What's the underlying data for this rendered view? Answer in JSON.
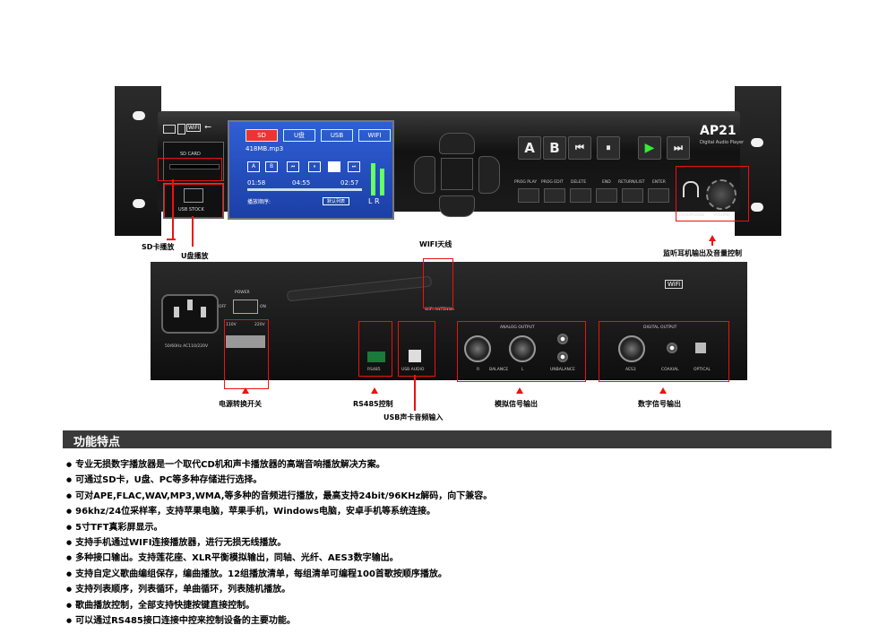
{
  "front": {
    "wifi_badge": "WiFi",
    "sd_slot_label": "SD CARD",
    "usb_label": "USB STOCK",
    "screen": {
      "tabs": [
        "SD",
        "U盘",
        "USB",
        "WIFI"
      ],
      "filename": "418MB.mp3",
      "time_left": "01:58",
      "time_mid": "04:55",
      "time_right": "02:57",
      "order_label": "播放顺序:",
      "mode_label": "默认列表",
      "lr": "L R"
    },
    "brand": "AP21",
    "subtitle": "Digital Audio Player",
    "keys": [
      "A",
      "B",
      "⏮",
      "⏸",
      "▶",
      "⏭"
    ],
    "small_labels": [
      "PROG PLAY",
      "PROG EDIT",
      "DELETE",
      "END",
      "RETURN/LIST",
      "ENTER"
    ],
    "headphone_label": "HEADPHONE",
    "volume_label": "VOLUME"
  },
  "callouts": {
    "sd": "SD卡播放",
    "udisk": "U盘播放",
    "wifi": "WIFI天线",
    "monitor": "监听耳机输出及音量控制",
    "power": "电源转换开关",
    "rs485": "RS485控制",
    "usb_audio": "USB声卡音频输入",
    "analog": "模拟信号输出",
    "digital": "数字信号输出"
  },
  "rear": {
    "power_label": "POWER",
    "off": "OFF",
    "on": "ON",
    "voltage": "50/60Hz AC110/220V",
    "v110": "110V",
    "v220": "220V",
    "antenna": "WIFI ANTENNA",
    "rs485": "RS485",
    "usb_audio": "USB AUDIO",
    "analog_output": "ANALOG OUTPUT",
    "r": "R",
    "balance": "BALANCE",
    "l": "L",
    "unbalance": "UNBALANCE",
    "digital_output": "DIGITAL OUTPUT",
    "aes3": "AES3",
    "coaxial": "COAXIAL",
    "optical": "OPTICAL",
    "wifi_badge": "WiFi"
  },
  "section": {
    "title": "功能特点",
    "items": [
      "专业无损数字播放器是一个取代CD机和声卡播放器的高端音响播放解决方案。",
      "可通过SD卡，U盘、PC等多种存储进行选择。",
      "可对APE,FLAC,WAV,MP3,WMA,等多种的音频进行播放，最高支持24bit/96KHz解码，向下兼容。",
      "96khz/24位采样率，支持苹果电脑，苹果手机，Windows电脑，安卓手机等系统连接。",
      "5寸TFT真彩屏显示。",
      "支持手机通过WIFI连接播放器，进行无损无线播放。",
      "多种接口输出。支持莲花座、XLR平衡模拟输出，同轴、光纤、AES3数字输出。",
      "支持自定义歌曲编组保存，编曲播放。12组播放清单，每组清单可编程100首歌按顺序播放。",
      "支持列表顺序，列表循环，单曲循环，列表随机播放。",
      "歌曲播放控制，全部支持快捷按键直接控制。",
      "可以通过RS485接口连接中控来控制设备的主要功能。"
    ]
  }
}
